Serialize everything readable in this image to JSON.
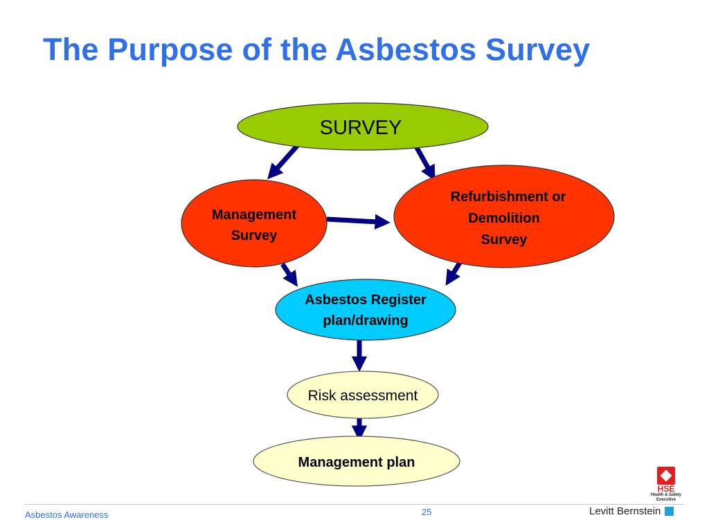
{
  "title": "The Purpose of the Asbestos Survey",
  "nodes": {
    "survey": {
      "line1": "SURVEY"
    },
    "management_survey": {
      "line1": "Management",
      "line2": "Survey"
    },
    "refurbishment_survey": {
      "line1": "Refurbishment or",
      "line2": "Demolition",
      "line3": "Survey"
    },
    "register": {
      "line1": "Asbestos Register",
      "line2": "plan/drawing"
    },
    "risk": {
      "line1": "Risk assessment"
    },
    "plan": {
      "line1": "Management plan"
    }
  },
  "colors": {
    "title": "#2f6fe8",
    "survey_fill": "#99cc00",
    "survey_red": "#ff3300",
    "register_fill": "#00ccff",
    "cream_fill": "#ffffcc",
    "arrow": "#000080"
  },
  "footer": {
    "left_text": "Asbestos Awareness",
    "page_number": "25",
    "brand": "Levitt Bernstein"
  },
  "hse_logo": {
    "name": "HSE",
    "subtitle_line1": "Health & Safety",
    "subtitle_line2": "Executive"
  }
}
